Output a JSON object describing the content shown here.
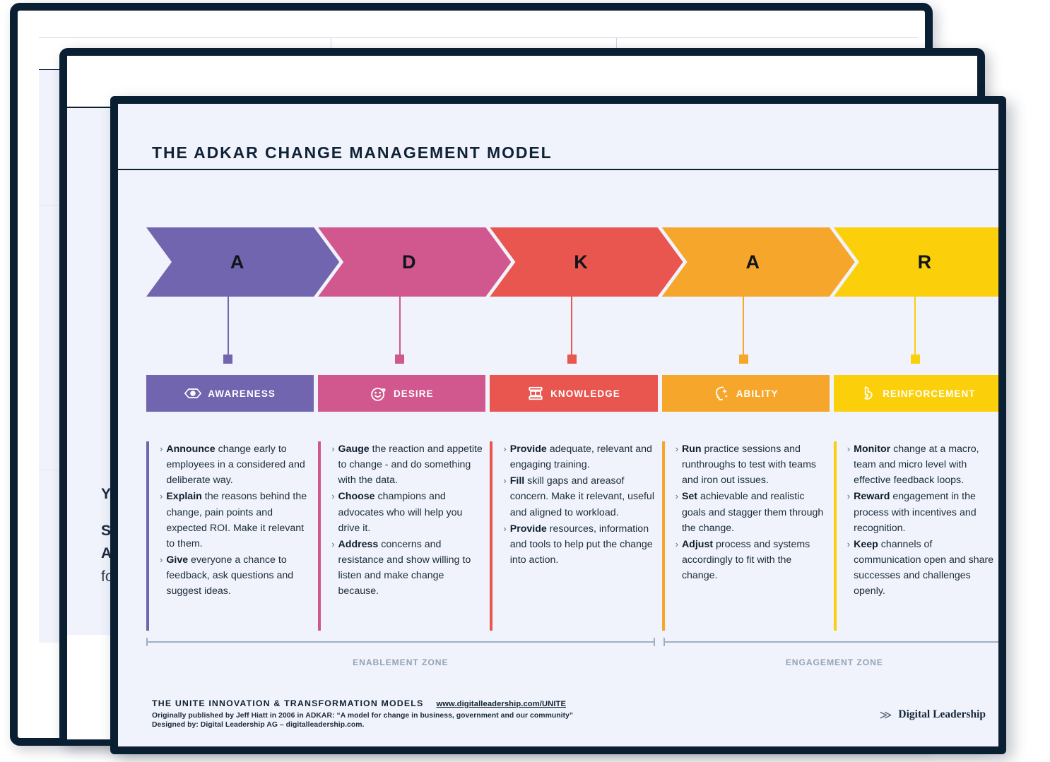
{
  "poster": {
    "title": "THE ADKAR CHANGE MANAGEMENT MODEL"
  },
  "colors": {
    "awareness": "#7265b0",
    "desire": "#d1588f",
    "knowledge": "#e8564f",
    "ability": "#f6a72b",
    "reinforcement": "#fbd00b",
    "page_bg": "#f0f3fb",
    "border": "#0b1f33",
    "zone_rule": "#9fb0c4"
  },
  "stages": [
    {
      "letter": "A",
      "label": "AWARENESS",
      "icon": "eye-icon",
      "color": "#7265b0",
      "bullets": [
        {
          "lead": "Announce",
          "rest": " change early to employees in a considered and deliberate way."
        },
        {
          "lead": "Explain",
          "rest": " the reasons behind the change, pain points and expected ROI. Make it relevant to them."
        },
        {
          "lead": "Give",
          "rest": " everyone a chance to feedback, ask questions and suggest ideas."
        }
      ]
    },
    {
      "letter": "D",
      "label": "DESIRE",
      "icon": "smiley-heart-icon",
      "color": "#d1588f",
      "bullets": [
        {
          "lead": "Gauge",
          "rest": " the reaction and appetite to change - and do something with the data."
        },
        {
          "lead": "Choose",
          "rest": " champions and advocates who will help you drive it."
        },
        {
          "lead": "Address",
          "rest": " concerns and resistance and show willing to listen and make change because."
        }
      ]
    },
    {
      "letter": "K",
      "label": "KNOWLEDGE",
      "icon": "books-icon",
      "color": "#e8564f",
      "bullets": [
        {
          "lead": "Provide",
          "rest": " adequate, relevant and engaging training."
        },
        {
          "lead": "Fill",
          "rest": " skill gaps and areasof concern. Make it relevant, useful and aligned to workload."
        },
        {
          "lead": "Provide",
          "rest": " resources, information and tools to help put the change into action."
        }
      ]
    },
    {
      "letter": "A",
      "label": "ABILITY",
      "icon": "head-sparkle-icon",
      "color": "#f6a72b",
      "bullets": [
        {
          "lead": "Run",
          "rest": " practice sessions and runthroughs to test with teams and iron out issues."
        },
        {
          "lead": "Set",
          "rest": " achievable and realistic goals and stagger them through the change."
        },
        {
          "lead": "Adjust",
          "rest": " process and systems accordingly to fit with the change."
        }
      ]
    },
    {
      "letter": "R",
      "label": "REINFORCEMENT",
      "icon": "flexed-arm-icon",
      "color": "#fbd00b",
      "bullets": [
        {
          "lead": "Monitor",
          "rest": " change at a macro, team and micro level with effective feedback loops."
        },
        {
          "lead": "Reward",
          "rest": " engagement in the process with incentives and recognition."
        },
        {
          "lead": "Keep",
          "rest": " channels of communication open and share successes and challenges openly."
        }
      ]
    }
  ],
  "zones": [
    {
      "label": "ENABLEMENT ZONE"
    },
    {
      "label": "ENGAGEMENT ZONE"
    }
  ],
  "footer": {
    "models_line": "THE UNITE INNOVATION & TRANSFORMATION MODELS",
    "url": "www.digitalleadership.com/UNITE",
    "origin": "Originally published by Jeff Hiatt in 2006 in ADKAR: “A model for change in business, government and our community”",
    "designed": "Designed by: Digital Leadership AG – digitalleadership.com."
  },
  "brand": {
    "mark": "≫",
    "name": "Digital Leadership"
  },
  "background_cards": {
    "mid_text": {
      "l1": "Yo",
      "l2": "Sh",
      "l3": "Ad",
      "l4": "fo"
    }
  }
}
